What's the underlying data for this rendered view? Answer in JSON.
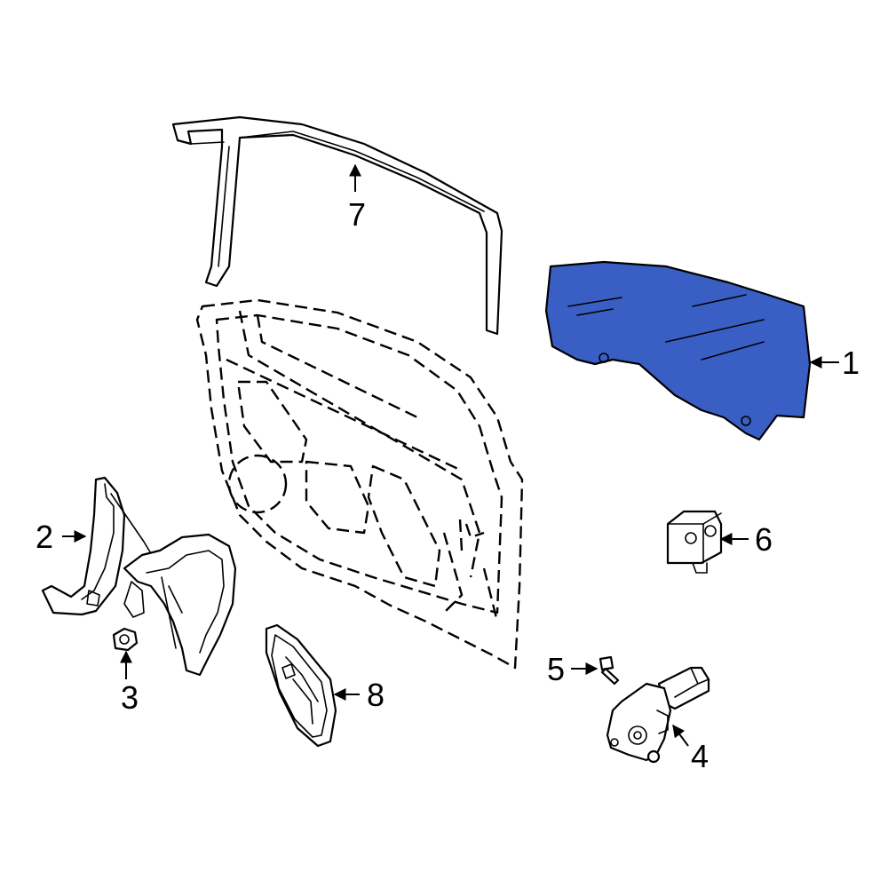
{
  "diagram": {
    "glass_color": "#3a5fc4",
    "callouts": [
      {
        "id": "1",
        "label": "1",
        "part": "door-glass"
      },
      {
        "id": "2",
        "label": "2",
        "part": "window-regulator"
      },
      {
        "id": "3",
        "label": "3",
        "part": "nut"
      },
      {
        "id": "4",
        "label": "4",
        "part": "window-motor"
      },
      {
        "id": "5",
        "label": "5",
        "part": "bolt"
      },
      {
        "id": "6",
        "label": "6",
        "part": "control-module"
      },
      {
        "id": "7",
        "label": "7",
        "part": "glass-run-channel"
      },
      {
        "id": "8",
        "label": "8",
        "part": "access-cover"
      }
    ]
  }
}
